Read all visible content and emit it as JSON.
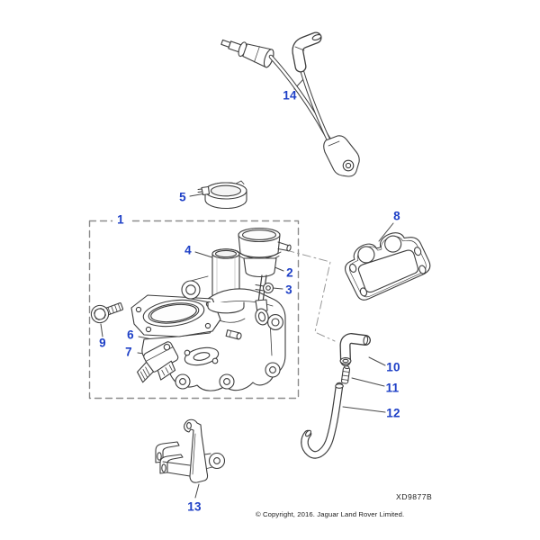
{
  "diagram_code": "XD9877B",
  "copyright": "© Copyright, 2016. Jaguar Land Rover Limited.",
  "colors": {
    "callout": "#1d3fc6",
    "line": "#3d3d3d",
    "dash": "#8c8c8c"
  },
  "callouts": [
    "1",
    "2",
    "3",
    "4",
    "5",
    "6",
    "7",
    "8",
    "9",
    "10",
    "11",
    "12",
    "13",
    "14"
  ]
}
